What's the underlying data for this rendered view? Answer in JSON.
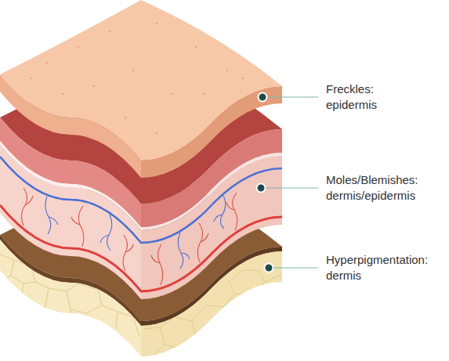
{
  "diagram": {
    "labels": [
      "Freckles: epidermis",
      "Moles/Blemishes: dermis/epidermis",
      "Hyperpigmentation: dermis"
    ]
  }
}
